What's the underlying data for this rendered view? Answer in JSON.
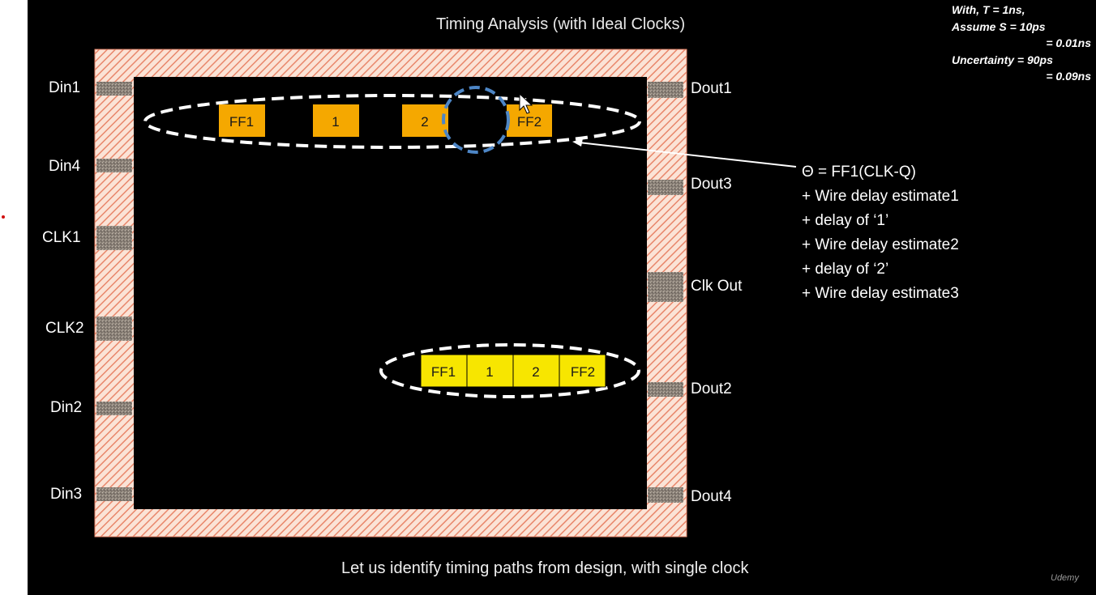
{
  "title": "Timing Analysis (with Ideal Clocks)",
  "caption": "Let us identify timing paths from design, with single clock",
  "assumptions": [
    "With, T = 1ns,",
    "Assume S = 10ps",
    "= 0.01ns",
    "Uncertainty = 90ps",
    "= 0.09ns"
  ],
  "pins_left": [
    "Din1",
    "Din4",
    "CLK1",
    "CLK2",
    "Din2",
    "Din3"
  ],
  "pins_right": [
    "Dout1",
    "Dout3",
    "Clk Out",
    "Dout2",
    "Dout4"
  ],
  "top_path": {
    "cells": [
      "FF1",
      "1",
      "2",
      "FF2"
    ]
  },
  "bottom_path": {
    "cells": [
      "FF1",
      "1",
      "2",
      "FF2"
    ]
  },
  "formula": [
    "Θ = FF1(CLK-Q)",
    "+ Wire delay estimate1",
    "+ delay of ‘1’",
    "+ Wire delay estimate2",
    "+ delay of ‘2’",
    "+ Wire delay estimate3"
  ],
  "logo": "Udemy",
  "colors": {
    "background": "#000000",
    "border_hatch": "#e8866a",
    "top_cells": "#f5a800",
    "bottom_cells": "#f7e600",
    "ellipse": "#ffffff",
    "highlight_circle": "#4d86c6"
  }
}
